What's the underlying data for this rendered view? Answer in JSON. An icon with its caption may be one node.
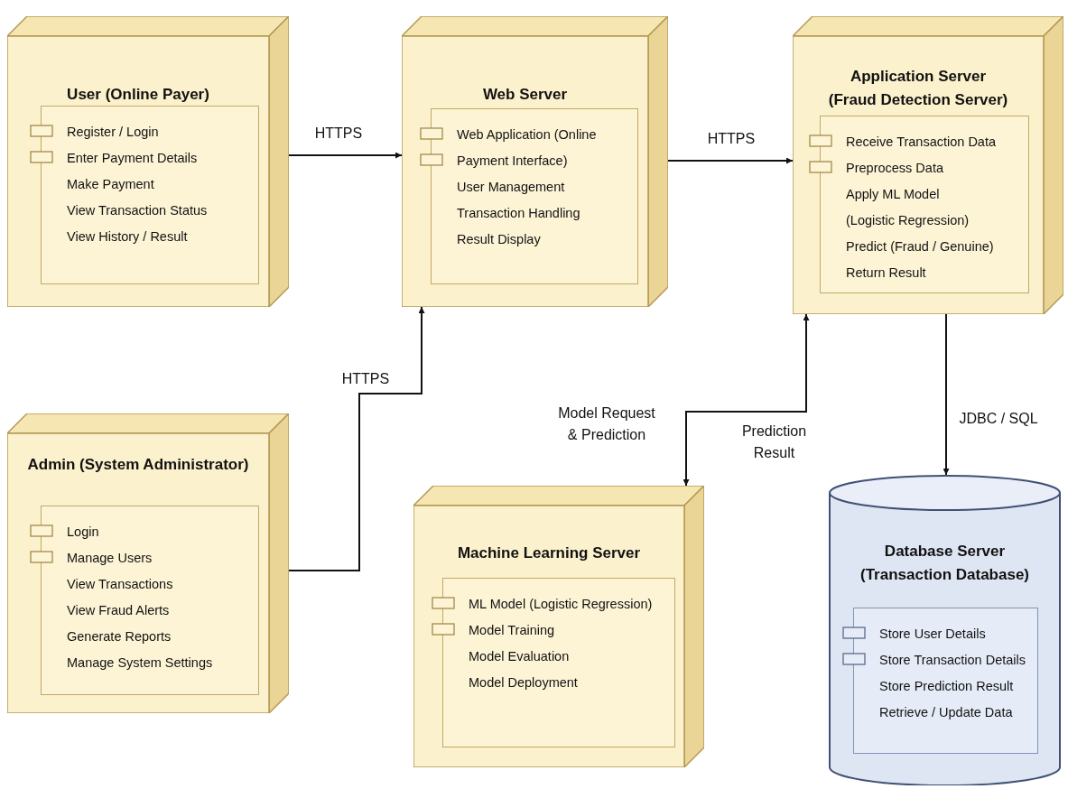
{
  "diagram": {
    "nodes": [
      {
        "text": [
          "User (Online Payer)"
        ]
      },
      {
        "text": [
          "Register / Login",
          "Enter Payment Details",
          "Make Payment",
          "View Transaction Status",
          "View History / Result"
        ],
        "in": 0
      },
      {
        "text": [
          "Web Server"
        ]
      },
      {
        "text": [
          "Web Application (Online Payment Interface)",
          "User Management",
          "Transaction Handling",
          "Result Display"
        ],
        "in": 2
      },
      {
        "text": [
          "Application Server (Fraud Detection Server)"
        ]
      },
      {
        "text": [
          "Receive Transaction Data",
          "Preprocess Data",
          "Apply ML Model (Logistic Regression)",
          "Predict (Fraud / Genuine)",
          "Return Result"
        ],
        "in": 4
      },
      {
        "text": [
          "Admin (System Administrator)"
        ]
      },
      {
        "text": [
          "Login",
          "Manage Users",
          "View Transactions",
          "View Fraud Alerts",
          "Generate Reports",
          "Manage System Settings"
        ],
        "in": 6
      },
      {
        "text": [
          "Machine Learning Server"
        ]
      },
      {
        "text": [
          "ML Model (Logistic Regression)",
          "Model Training",
          "Model Evaluation",
          "Model Deployment"
        ],
        "in": 8
      },
      {
        "text": [
          "Database Server (Transaction Database)"
        ]
      },
      {
        "text": [
          "Store User Details",
          "Store Transaction Details",
          "Store Prediction Result",
          "Retrieve / Update Data"
        ],
        "in": 10
      }
    ],
    "edges": [
      {
        "from": 0,
        "to": 2,
        "arrow": "to",
        "label": "HTTPS"
      },
      {
        "from": 2,
        "to": 4,
        "arrow": "to",
        "label": "HTTPS"
      },
      {
        "from": 6,
        "to": 2,
        "arrow": "to",
        "label": "HTTPS"
      },
      {
        "from": 4,
        "to": 8,
        "arrow": "both",
        "label": "Model Request & Prediction"
      },
      {
        "from": 4,
        "to": 10,
        "arrow": "to",
        "label": "JDBC / SQL"
      }
    ],
    "labels": [
      "Prediction Result"
    ]
  }
}
